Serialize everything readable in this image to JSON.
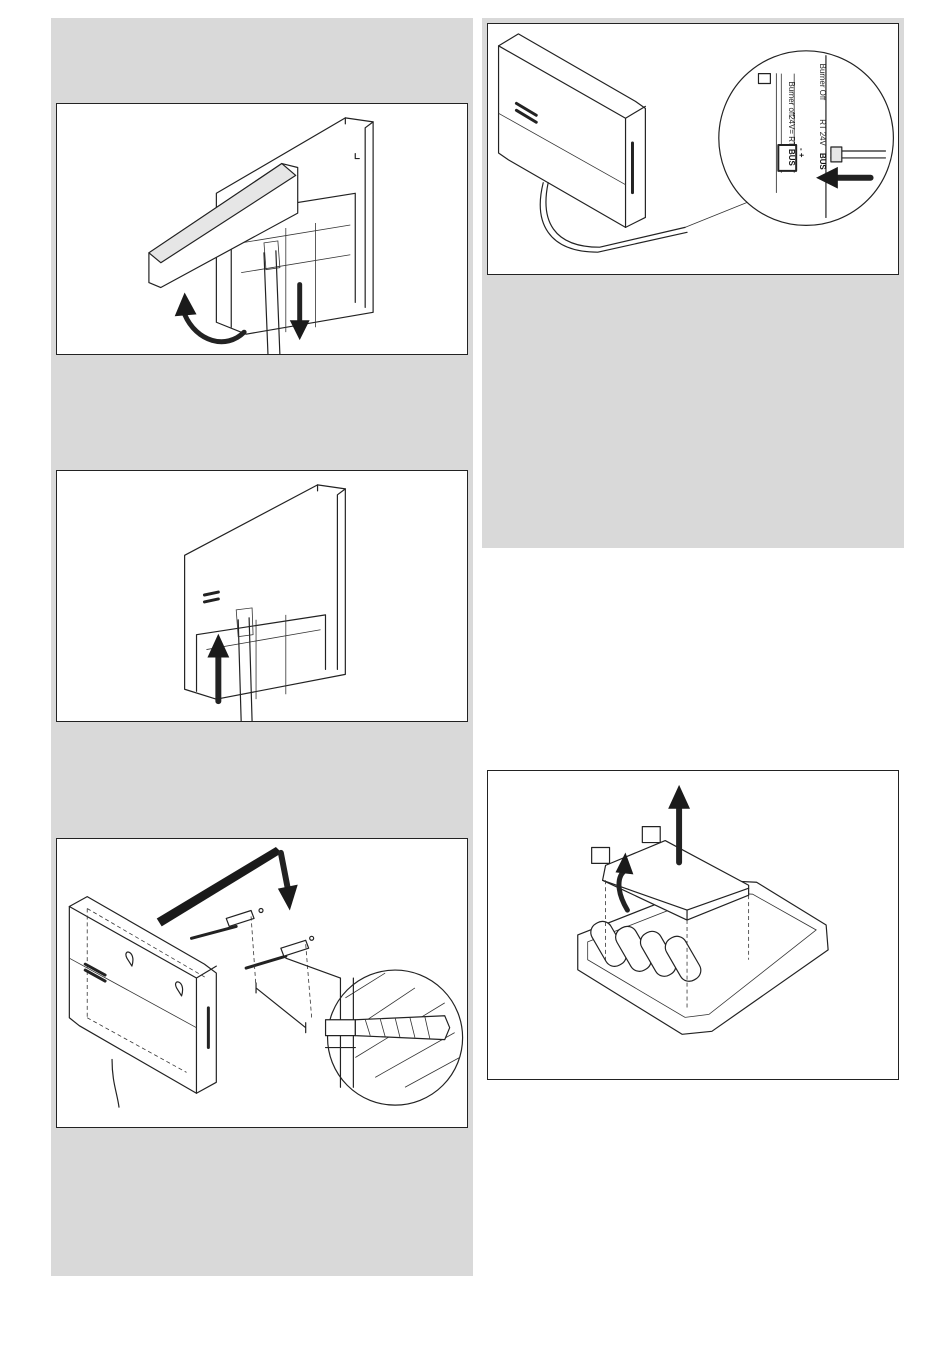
{
  "terminal_labels": {
    "burner_off_header": "Burner Off",
    "rt_24v_header": "RT 24V",
    "bus_header": "BUS",
    "burner_off_terminal": "Burner off",
    "rt_24v_terminal": "24V= RT",
    "bus_polarity": "- +",
    "bus_terminal": "BUS"
  }
}
